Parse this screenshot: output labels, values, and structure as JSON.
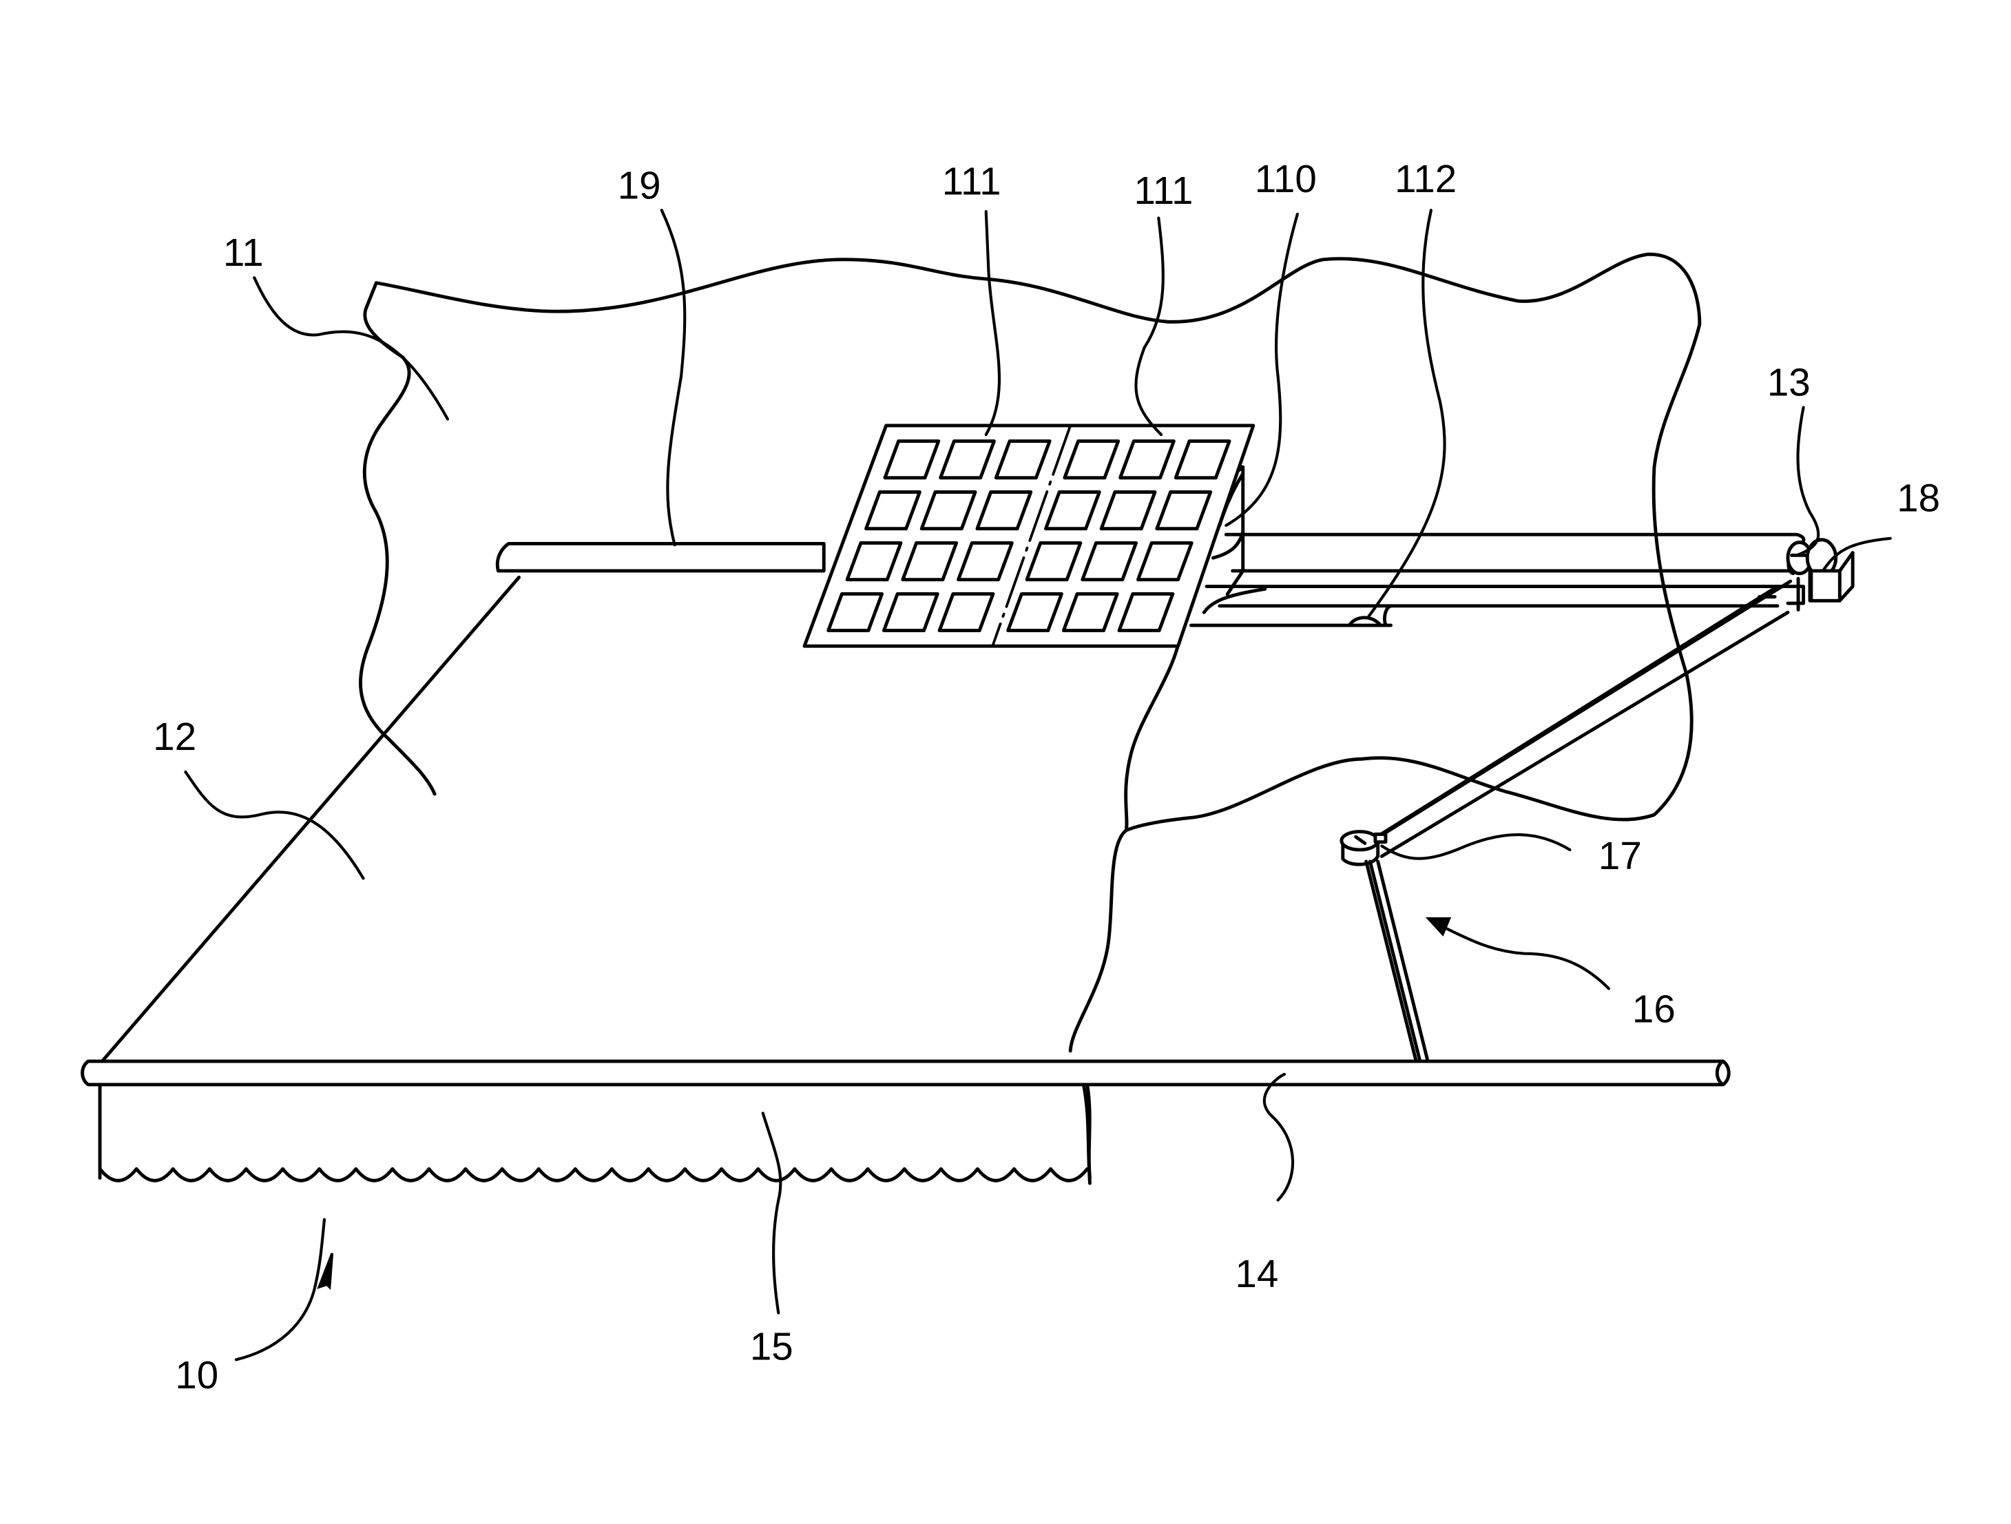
{
  "figure": {
    "title": "Retractable awning with solar panel",
    "background": "#ffffff",
    "line_color": "#000000"
  },
  "labels": {
    "awning_assembly": "10",
    "wall": "11",
    "canopy": "12",
    "roller_tube": "13",
    "front_bar": "14",
    "valance": "15",
    "arm_assembly": "16",
    "elbow_joint": "17",
    "motor": "18",
    "cassette_housing": "19",
    "bracket": "110",
    "solar_cell_module_left": "111",
    "solar_cell_module_right": "111",
    "cable_conduit": "112"
  },
  "solar_panel": {
    "rows": 4,
    "columns": 6,
    "modules": 2,
    "columns_per_module": 3
  },
  "valance": {
    "scallops": 27
  }
}
